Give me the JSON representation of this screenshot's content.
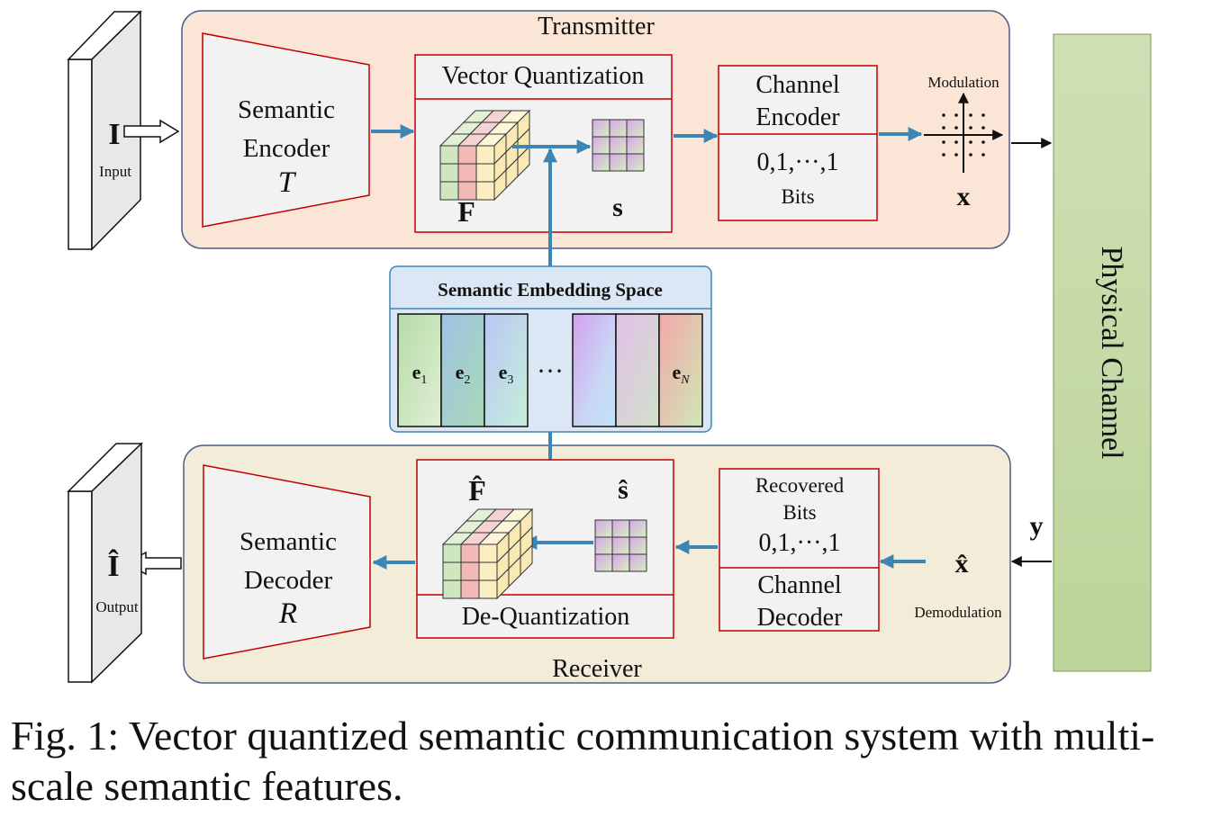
{
  "transmitter": {
    "title": "Transmitter",
    "input_symbol": "I",
    "input_label": "Input",
    "semantic_encoder": {
      "line1": "Semantic",
      "line2": "Encoder",
      "symbol": "T"
    },
    "vector_quantization": {
      "title": "Vector Quantization",
      "feature_label": "F",
      "index_label": "s"
    },
    "channel_encoder": {
      "line1": "Channel",
      "line2": "Encoder",
      "bits_value": "0,1,···,1",
      "bits_label": "Bits"
    },
    "modulation_label": "Modulation",
    "output_symbol": "x"
  },
  "embedding_space": {
    "title": "Semantic Embedding Space",
    "vectors": [
      {
        "base": "e",
        "sub": "1"
      },
      {
        "base": "e",
        "sub": "2"
      },
      {
        "base": "e",
        "sub": "3"
      },
      {
        "base": "e",
        "sub": "N"
      }
    ],
    "ellipsis": "···"
  },
  "physical_channel": "Physical Channel",
  "receiver": {
    "title": "Receiver",
    "received_symbol": "y",
    "demod_symbol": "x̂",
    "demodulation_label": "Demodulation",
    "channel_decoder": {
      "rec_line1": "Recovered",
      "rec_line2": "Bits",
      "bits_value": "0,1,···,1",
      "line1": "Channel",
      "line2": "Decoder"
    },
    "dequantization": {
      "title": "De-Quantization",
      "feature_label": "F̂",
      "index_label": "ŝ"
    },
    "semantic_decoder": {
      "line1": "Semantic",
      "line2": "Decoder",
      "symbol": "R"
    },
    "output_symbol": "Î",
    "output_label": "Output"
  },
  "caption": "Fig. 1: Vector quantized semantic communication system with multi-scale semantic features.",
  "colors": {
    "transmitter_bg": "#fbe5d6",
    "receiver_bg": "#f3ecd8",
    "channel_green": "#c8dcae",
    "arrow_blue": "#3b86b5",
    "box_red": "#c00000"
  }
}
